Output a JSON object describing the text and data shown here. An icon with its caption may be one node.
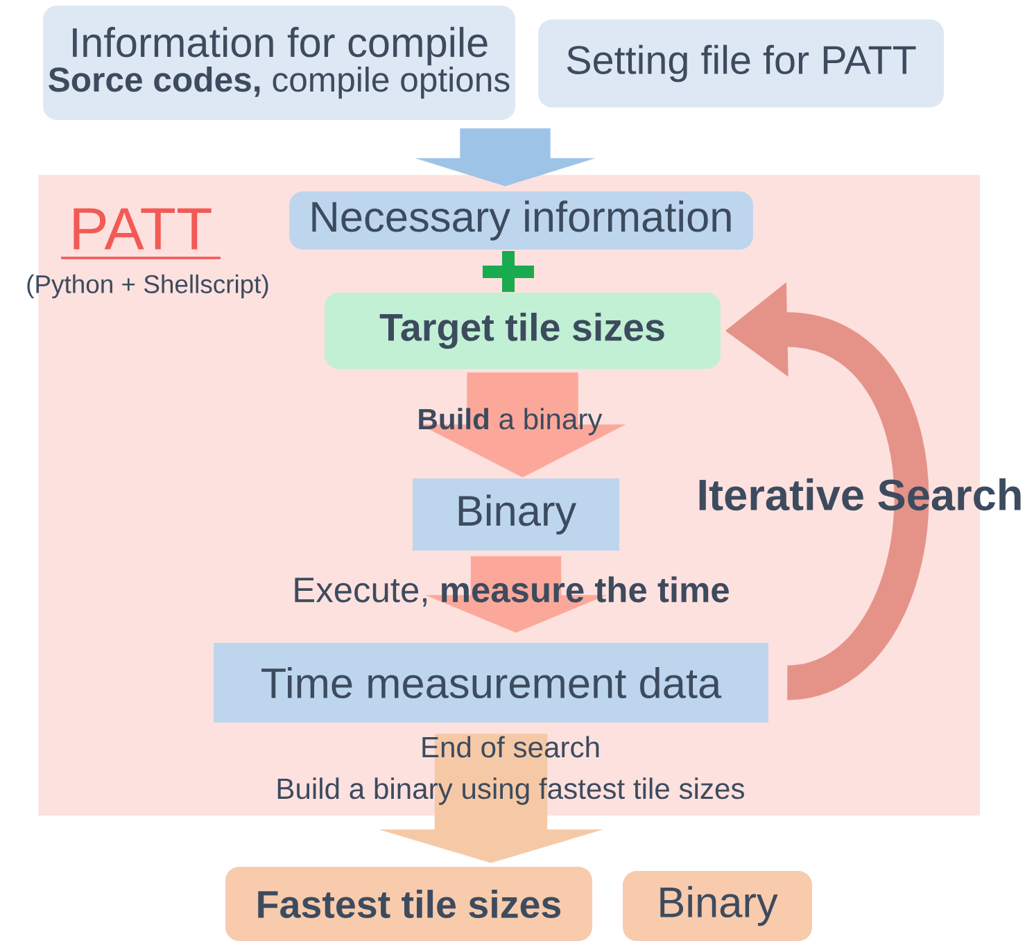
{
  "diagram": {
    "nodes": [
      {
        "text": [
          "Information for compile",
          "**Sorce codes,** compile options"
        ]
      },
      {
        "text": [
          "Setting file for PATT"
        ]
      },
      {
        "text": [
          "PATT",
          "(Python + Shellscript)"
        ]
      },
      {
        "text": [
          "Necessary information"
        ],
        "in": 2
      },
      {
        "text": [
          "Target tile sizes"
        ],
        "in": 2
      },
      {
        "text": [
          "Binary"
        ],
        "in": 2
      },
      {
        "text": [
          "Time measurement data"
        ],
        "in": 2
      },
      {
        "text": [
          "Fastest tile sizes"
        ]
      },
      {
        "text": [
          "Binary"
        ]
      }
    ],
    "edges": [
      {
        "from": 0,
        "to": 3,
        "arrow": "to",
        "color": "#9dc3e6"
      },
      {
        "from": 1,
        "to": 3,
        "arrow": "to",
        "color": "#9dc3e6"
      },
      {
        "from": 4,
        "to": 5,
        "arrow": "to",
        "label": "**Build** a binary",
        "color": "#fba89b"
      },
      {
        "from": 5,
        "to": 6,
        "arrow": "to",
        "label": "Execute, **measure the time**",
        "color": "#fba89b"
      },
      {
        "from": 6,
        "to": 4,
        "arrow": "to",
        "label": "Iterative Search",
        "color": "#e59389"
      },
      {
        "from": 6,
        "to": 7,
        "arrow": "to",
        "label": "End of search",
        "color": "#f6c9a6"
      },
      {
        "from": 6,
        "to": 8,
        "arrow": "to",
        "color": "#f6c9a6"
      }
    ],
    "labels": [
      "Build a binary using fastest tile sizes"
    ]
  }
}
